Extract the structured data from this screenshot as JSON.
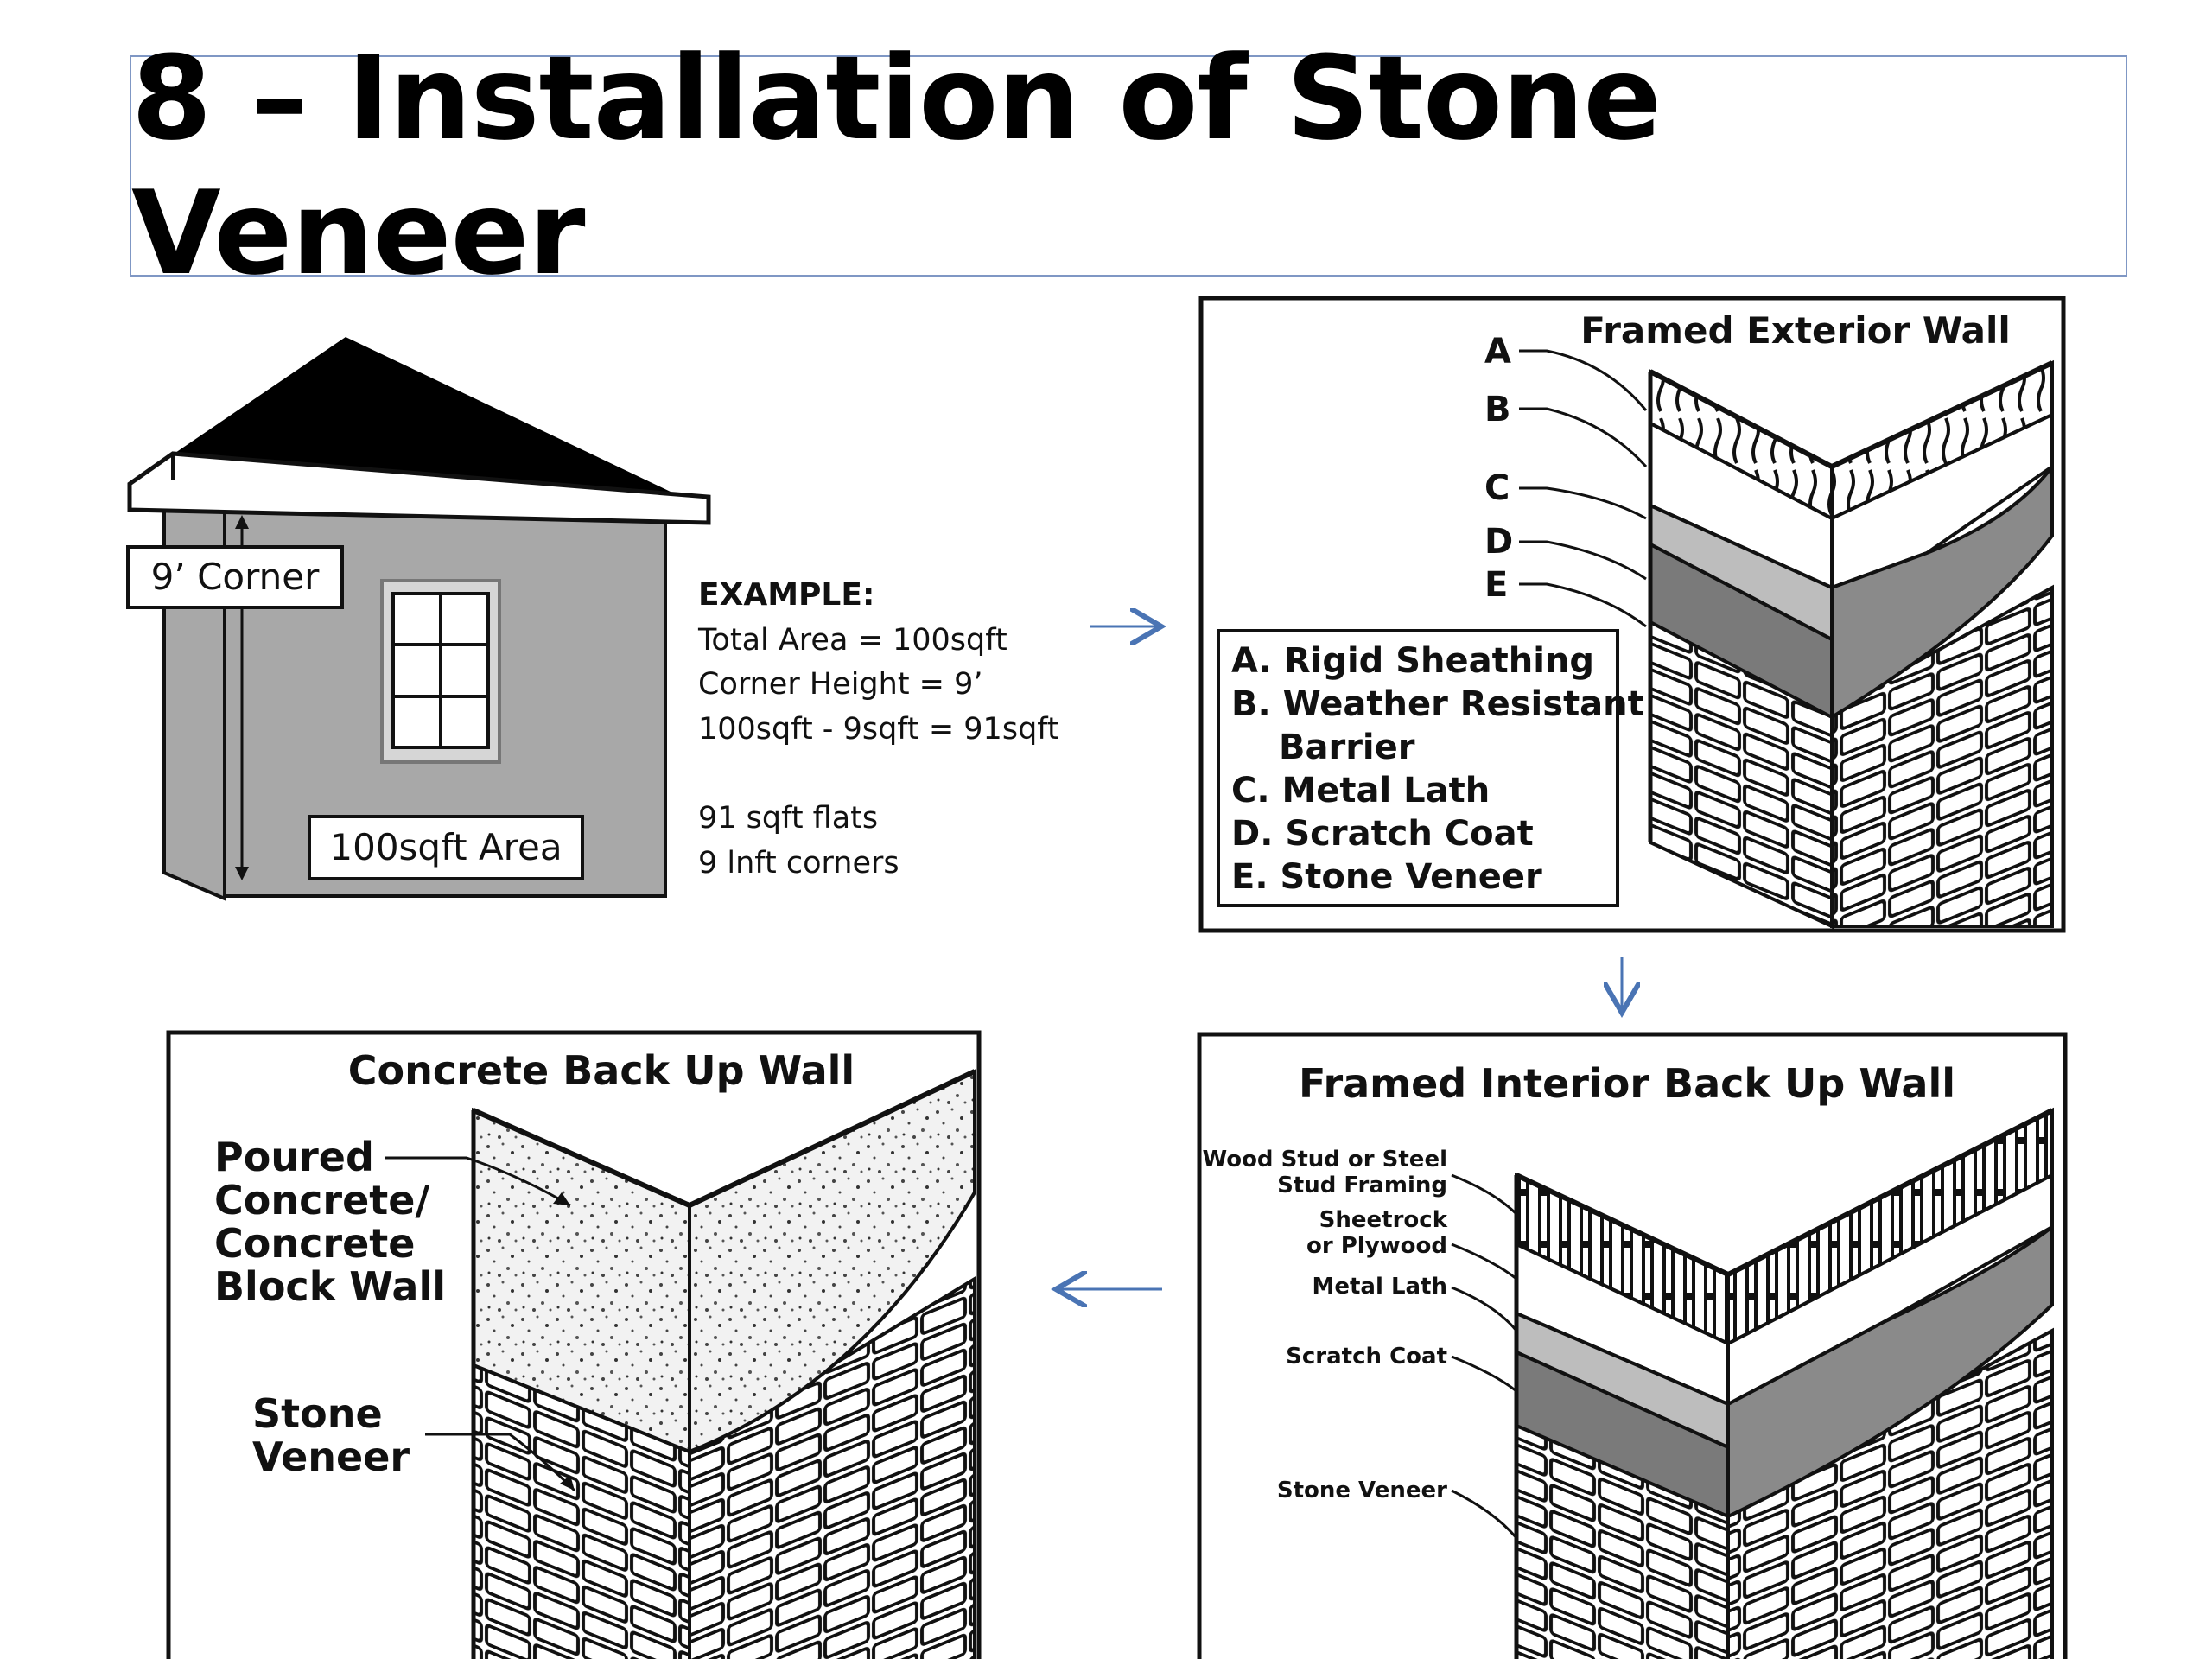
{
  "title": "8 – Installation of Stone Veneer",
  "house": {
    "corner_label": "9’ Corner",
    "area_label": "100sqft Area"
  },
  "example": {
    "heading": "EXAMPLE:",
    "lines": [
      "Total Area = 100sqft",
      "Corner Height = 9’",
      "100sqft - 9sqft = 91sqft"
    ],
    "notes": [
      "91 sqft flats",
      "9 lnft corners"
    ]
  },
  "framed_exterior": {
    "title": "Framed Exterior Wall",
    "markers": [
      "A",
      "B",
      "C",
      "D",
      "E"
    ],
    "legend": [
      "A. Rigid Sheathing",
      "B. Weather Resistant",
      "Barrier",
      "C. Metal Lath",
      "D. Scratch Coat",
      "E. Stone Veneer"
    ]
  },
  "framed_interior": {
    "title": "Framed Interior Back Up Wall",
    "labels": [
      "Wood Stud or Steel",
      "Stud Framing",
      "Sheetrock",
      "or Plywood",
      "Metal Lath",
      "Scratch Coat",
      "Stone Veneer"
    ]
  },
  "concrete": {
    "title": "Concrete Back Up Wall",
    "labels": [
      "Poured",
      "Concrete/",
      "Concrete",
      "Block Wall",
      "Stone",
      "Veneer"
    ]
  },
  "colors": {
    "arrow": "#4a74b4",
    "wall": "#a8a8a8",
    "frame": "#222222",
    "title_border": "#7f97c4"
  }
}
